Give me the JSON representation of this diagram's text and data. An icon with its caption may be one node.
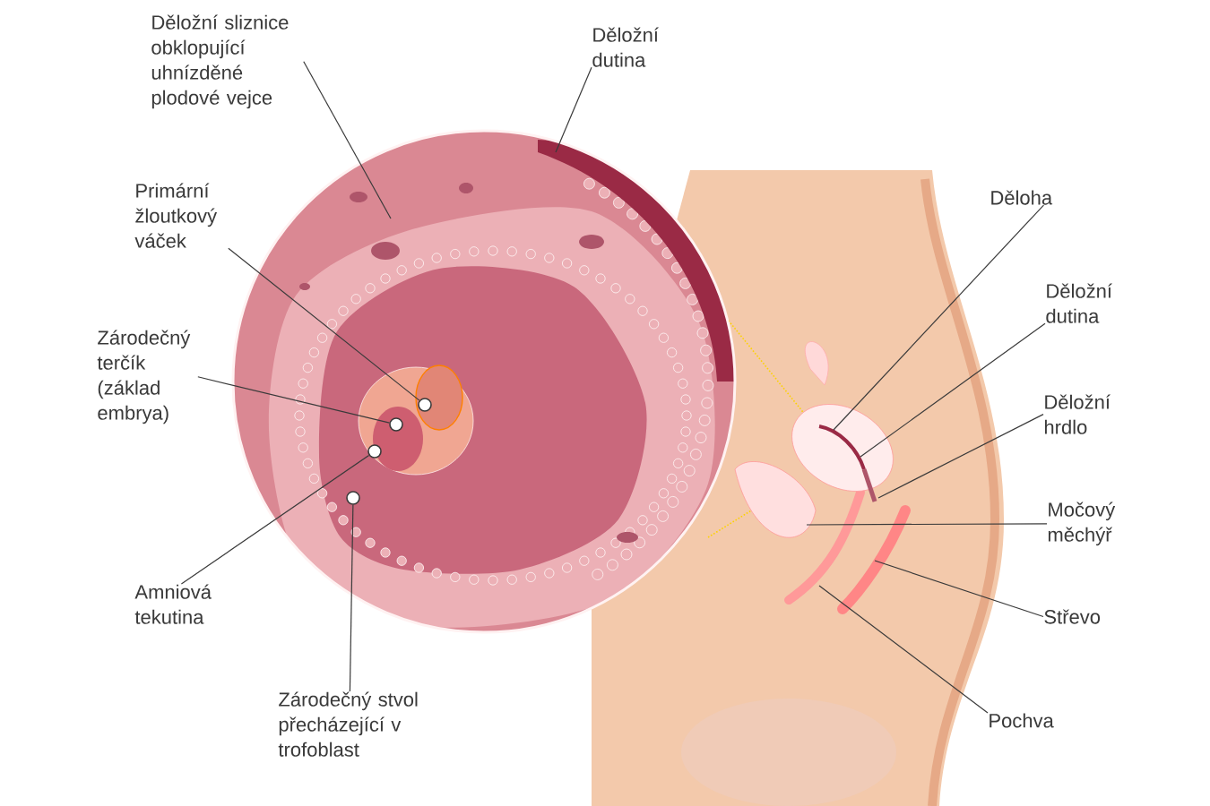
{
  "diagram": {
    "nodes": [
      {
        "text": [
          "Děložní sliznice obklopující uhnízděné plodové vejce"
        ]
      },
      {
        "text": [
          "Děložní dutina"
        ]
      },
      {
        "text": [
          "Primární žloutkový váček"
        ]
      },
      {
        "text": [
          "Zárodečný terčík (základ embrya)"
        ]
      },
      {
        "text": [
          "Amniová tekutina"
        ]
      },
      {
        "text": [
          "Zárodečný stvol přecházející v trofoblast"
        ]
      },
      {
        "text": [
          "Děloha"
        ]
      },
      {
        "text": [
          "Děložní dutina"
        ]
      },
      {
        "text": [
          "Děložní hrdlo"
        ]
      },
      {
        "text": [
          "Močový měchýř"
        ]
      },
      {
        "text": [
          "Střevo"
        ]
      },
      {
        "text": [
          "Pochva"
        ]
      },
      {
        "text": [],
        "shape": "circle"
      },
      {
        "text": [],
        "shape": "circle"
      },
      {
        "text": [],
        "shape": "circle"
      },
      {
        "text": [],
        "shape": "circle"
      }
    ],
    "edges": [
      {
        "from": 0,
        "to": null,
        "arrow": "none"
      },
      {
        "from": 1,
        "to": null,
        "arrow": "none"
      },
      {
        "from": 2,
        "to": 12,
        "arrow": "none"
      },
      {
        "from": 3,
        "to": 13,
        "arrow": "none"
      },
      {
        "from": 4,
        "to": 14,
        "arrow": "none"
      },
      {
        "from": 5,
        "to": 15,
        "arrow": "none"
      },
      {
        "from": 6,
        "to": null,
        "arrow": "none"
      },
      {
        "from": 7,
        "to": null,
        "arrow": "none"
      },
      {
        "from": 8,
        "to": null,
        "arrow": "none"
      },
      {
        "from": 9,
        "to": null,
        "arrow": "none"
      },
      {
        "from": 10,
        "to": null,
        "arrow": "none"
      },
      {
        "from": 11,
        "to": null,
        "arrow": "none"
      }
    ]
  }
}
